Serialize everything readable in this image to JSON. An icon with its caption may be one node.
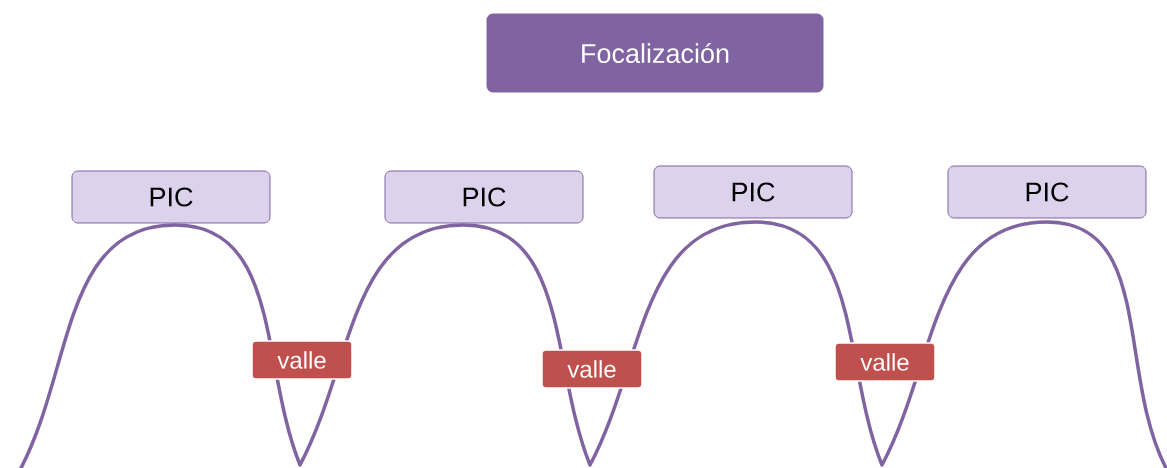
{
  "diagram": {
    "nodes": [
      {
        "text": [
          "Focalización"
        ]
      },
      {
        "text": [
          "PIC"
        ]
      },
      {
        "text": [
          "PIC"
        ]
      },
      {
        "text": [
          "PIC"
        ]
      },
      {
        "text": [
          "PIC"
        ]
      },
      {
        "text": [
          "valle"
        ]
      },
      {
        "text": [
          "valle"
        ]
      },
      {
        "text": [
          "valle"
        ]
      }
    ]
  }
}
